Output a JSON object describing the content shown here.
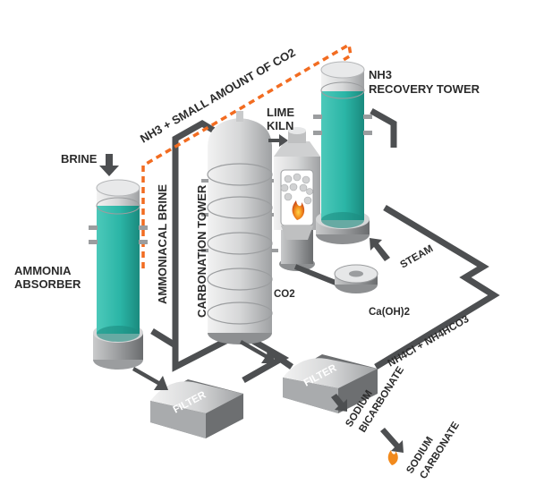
{
  "labels": {
    "co2_loop": "NH3 + SMALL AMOUNT OF CO2",
    "recovery_tower_line1": "NH3",
    "recovery_tower_line2": "RECOVERY TOWER",
    "lime_kiln_line1": "LIME",
    "lime_kiln_line2": "KILN",
    "brine": "BRINE",
    "ammoniacal_brine": "AMMONIACAL BRINE",
    "carbonation_tower": "CARBONATION TOWER",
    "ammonia_absorber_line1": "AMMONIA",
    "ammonia_absorber_line2": "ABSORBER",
    "co2": "CO2",
    "steam": "STEAM",
    "caoh2": "Ca(OH)2",
    "filter_1": "FILTER",
    "filter_2": "FILTER",
    "nh4_salts": "NH4Cl + NH4HCO3",
    "sodium_bicarbonate_line1": "SODIUM",
    "sodium_bicarbonate_line2": "BICARBONATE",
    "sodium_carbonate_line1": "SODIUM",
    "sodium_carbonate_line2": "CARBONATE"
  },
  "colors": {
    "teal": "#2bb5a6",
    "teal_dark": "#1d8c80",
    "grey_light": "#d9dadb",
    "grey_mid": "#a9abad",
    "grey_dark": "#6d6f71",
    "pipe": "#4d4f51",
    "orange_dashed": "#f26c21",
    "text": "#2b2b2b"
  },
  "icons": [
    "arrow-down-icon",
    "arrow-left-icon",
    "flame-icon"
  ]
}
